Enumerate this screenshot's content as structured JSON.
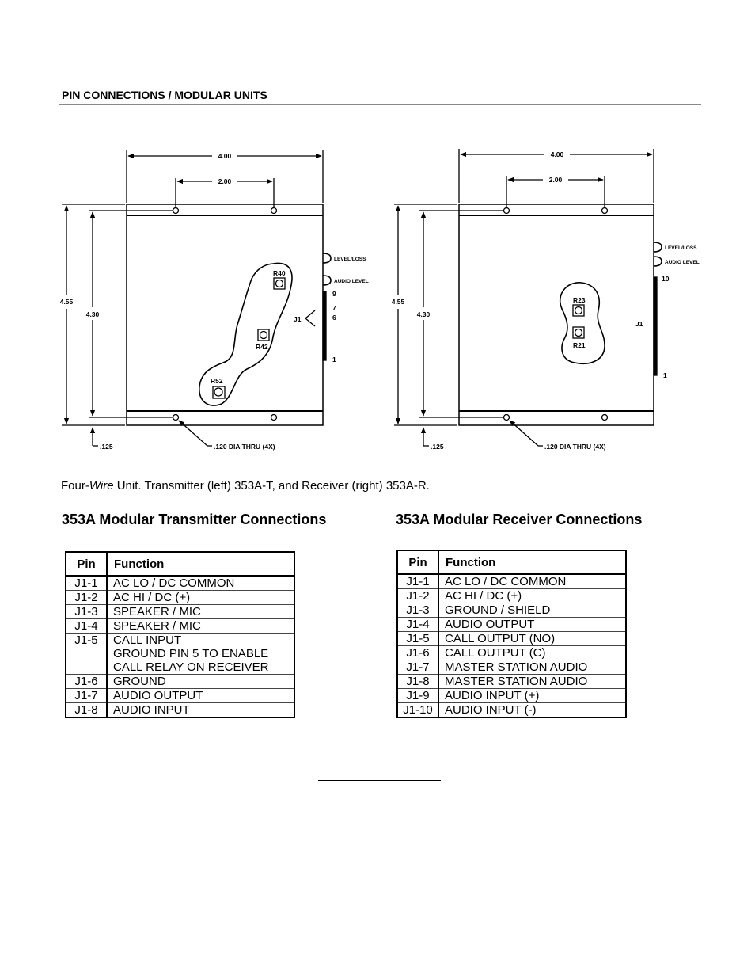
{
  "section_title": "PIN CONNECTIONS / MODULAR UNITS",
  "left_drawing": {
    "dim_width": "4.00",
    "dim_holes": "2.00",
    "dim_height_outer": "4.55",
    "dim_height_inner": "4.30",
    "dim_offset": ".125",
    "hole_note": ".120 DIA THRU (4X)",
    "label_level_loss": "LEVEL/LOSS",
    "label_audio_level": "AUDIO LEVEL",
    "pin_9": "9",
    "pin_7": "7",
    "pin_6": "6",
    "pin_1": "1",
    "connector": "J1",
    "pot_r40": "R40",
    "pot_r42": "R42",
    "pot_r52": "R52"
  },
  "right_drawing": {
    "dim_width": "4.00",
    "dim_holes": "2.00",
    "dim_height_outer": "4.55",
    "dim_height_inner": "4.30",
    "dim_offset": ".125",
    "hole_note": ".120 DIA THRU (4X)",
    "label_level_loss": "LEVEL/LOSS",
    "label_audio_level": "AUDIO LEVEL",
    "pin_10": "10",
    "pin_1": "1",
    "connector": "J1",
    "pot_r23": "R23",
    "pot_r21": "R21"
  },
  "caption": {
    "before": "Four-",
    "italic": "Wire",
    "after": " Unit. Transmitter (left) 353A-T,  and Receiver (right) 353A-R."
  },
  "transmitter": {
    "title": "353A Modular Transmitter Connections",
    "header_pin": "Pin",
    "header_function": "Function",
    "rows": [
      {
        "pin": "J1-1",
        "function": [
          "AC LO / DC COMMON"
        ]
      },
      {
        "pin": "J1-2",
        "function": [
          "AC HI / DC (+)"
        ]
      },
      {
        "pin": "J1-3",
        "function": [
          "SPEAKER / MIC"
        ]
      },
      {
        "pin": "J1-4",
        "function": [
          "SPEAKER / MIC"
        ]
      },
      {
        "pin": "J1-5",
        "function": [
          "CALL INPUT",
          "GROUND PIN 5 TO ENABLE",
          "CALL RELAY ON RECEIVER"
        ]
      },
      {
        "pin": "J1-6",
        "function": [
          "GROUND"
        ]
      },
      {
        "pin": "J1-7",
        "function": [
          "AUDIO OUTPUT"
        ]
      },
      {
        "pin": "J1-8",
        "function": [
          "AUDIO INPUT"
        ]
      }
    ]
  },
  "receiver": {
    "title": "353A Modular Receiver Connections",
    "header_pin": "Pin",
    "header_function": "Function",
    "rows": [
      {
        "pin": "J1-1",
        "function": [
          "AC LO / DC COMMON"
        ]
      },
      {
        "pin": "J1-2",
        "function": [
          "AC HI / DC (+)"
        ]
      },
      {
        "pin": "J1-3",
        "function": [
          "GROUND / SHIELD"
        ]
      },
      {
        "pin": "J1-4",
        "function": [
          "AUDIO OUTPUT"
        ]
      },
      {
        "pin": "J1-5",
        "function": [
          "CALL OUTPUT (NO)"
        ]
      },
      {
        "pin": "J1-6",
        "function": [
          "CALL OUTPUT (C)"
        ]
      },
      {
        "pin": "J1-7",
        "function": [
          "MASTER STATION AUDIO"
        ]
      },
      {
        "pin": "J1-8",
        "function": [
          "MASTER STATION AUDIO"
        ]
      },
      {
        "pin": "J1-9",
        "function": [
          "AUDIO INPUT (+)"
        ]
      },
      {
        "pin": "J1-10",
        "function": [
          "AUDIO INPUT (-)"
        ]
      }
    ]
  }
}
